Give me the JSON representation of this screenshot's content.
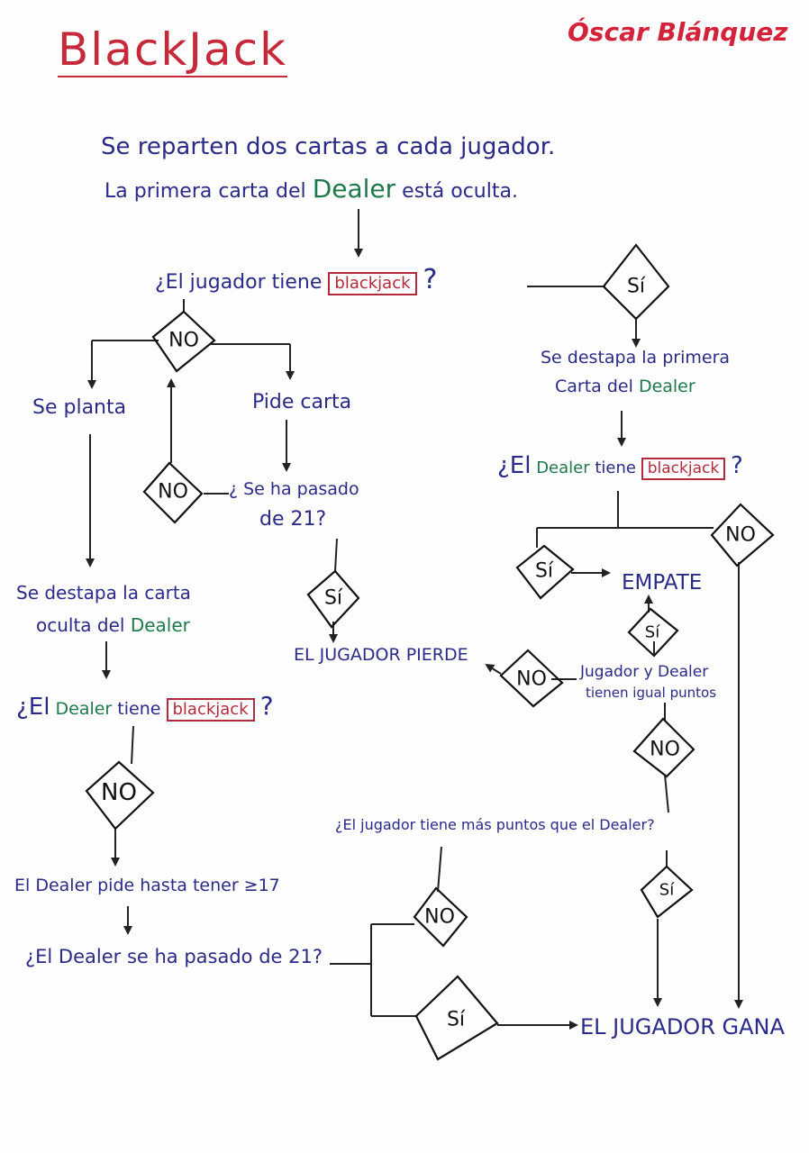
{
  "title": "BlackJack",
  "author": "Óscar Blánquez",
  "steps": {
    "intro_line1": "Se reparten dos cartas a cada jugador.",
    "intro_line2_a": "La primera carta del",
    "intro_line2_dealer": "Dealer",
    "intro_line2_b": "está oculta.",
    "q_player_bj_a": "¿El jugador tiene",
    "q_player_bj_boxed": "blackjack",
    "q_player_bj_b": "?",
    "se_planta": "Se planta",
    "pide_carta": "Pide carta",
    "q_pasado_21_line1": "¿ Se ha pasado",
    "q_pasado_21_line2": "de 21?",
    "reveal_first_line1": "Se destapa la primera",
    "reveal_first_line2_a": "Carta del",
    "reveal_first_line2_dealer": "Dealer",
    "q_dealer_bj1_a": "¿El",
    "q_dealer_bj1_dealer": "Dealer",
    "q_dealer_bj1_b": "tiene",
    "q_dealer_bj1_boxed": "blackjack",
    "q_dealer_bj1_c": "?",
    "empate": "EMPATE",
    "reveal_hidden_line1": "Se destapa la carta",
    "reveal_hidden_line2_a": "oculta del",
    "reveal_hidden_line2_dealer": "Dealer",
    "jugador_pierde": "EL JUGADOR PIERDE",
    "igual_puntos_line1": "Jugador y Dealer",
    "igual_puntos_line2": "tienen igual puntos",
    "q_dealer_bj2_a": "¿El",
    "q_dealer_bj2_dealer": "Dealer",
    "q_dealer_bj2_b": "tiene",
    "q_dealer_bj2_boxed": "blackjack",
    "q_dealer_bj2_c": "?",
    "q_mas_puntos": "¿El jugador tiene más puntos que el Dealer?",
    "dealer_pide": "El Dealer pide hasta tener ≥17",
    "q_dealer_pasado": "¿El Dealer se ha pasado de 21?",
    "jugador_gana": "EL JUGADOR GANA"
  },
  "diamonds": {
    "si_1": "Sí",
    "no_1": "NO",
    "no_2": "NO",
    "si_2": "Sí",
    "si_3": "Sí",
    "no_3": "NO",
    "si_4": "Sí",
    "no_4": "NO",
    "no_5": "NO",
    "no_6": "NO",
    "no_7": "NO",
    "si_5": "Sí",
    "si_6": "Sí"
  },
  "colors": {
    "ink_blue": "#2a2a8a",
    "ink_green": "#1e7a4a",
    "ink_red": "#c62a3a",
    "ink_black": "#111111"
  }
}
